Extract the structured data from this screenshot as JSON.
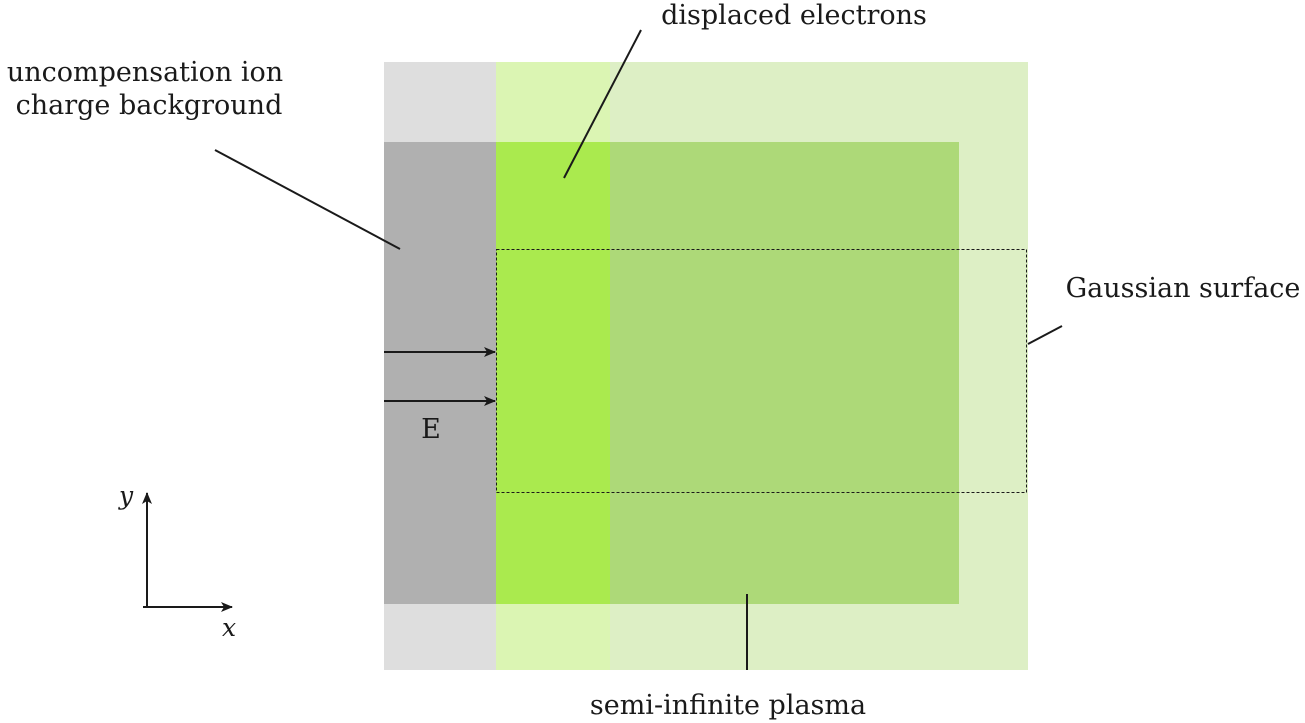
{
  "labels": {
    "uncompensated_line1": "uncompensation ion",
    "uncompensated_line2": "charge background",
    "displaced_electrons": "displaced electrons",
    "gaussian_surface": "Gaussian surface",
    "semi_infinite_plasma": "semi-infinite plasma",
    "field": "E",
    "axis_x": "x",
    "axis_y": "y"
  },
  "colors": {
    "ion_light": "#dedede",
    "ion_dark": "#b0b0b0",
    "electron_light": "#dbf5b3",
    "electron_bright": "#aaea4e",
    "plasma_light": "#ddefc5",
    "plasma_mid": "#add978",
    "line": "#1a1a1a",
    "text": "#1a1a1a"
  }
}
